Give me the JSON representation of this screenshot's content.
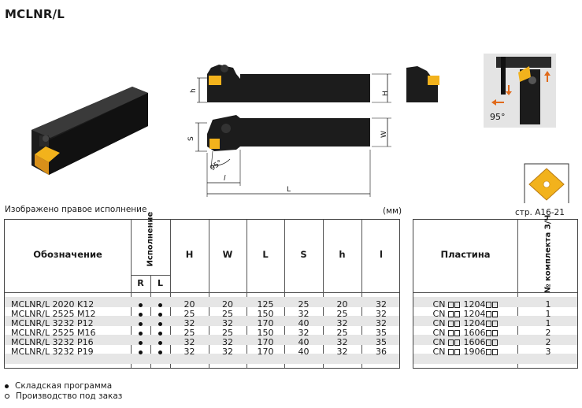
{
  "title": "MCLNR/L",
  "caption": "Изображено правое исполнение",
  "units": "(мм)",
  "page_ref": "стр. A16-21",
  "angle_label": "95°",
  "drawing_labels": {
    "h": "h",
    "H": "H",
    "S": "S",
    "W": "W",
    "L": "L",
    "l": "l",
    "angle": "95°"
  },
  "table": {
    "headers": {
      "designation": "Обозначение",
      "execution": "Исполнение",
      "R": "R",
      "L": "L",
      "H": "H",
      "W": "W",
      "Lcol": "L",
      "S": "S",
      "h": "h",
      "l": "l"
    },
    "rows": [
      {
        "designation": "MCLNR/L 2020 K12",
        "H": "20",
        "W": "20",
        "L": "125",
        "S": "25",
        "h": "20",
        "l": "32"
      },
      {
        "designation": "MCLNR/L 2525 M12",
        "H": "25",
        "W": "25",
        "L": "150",
        "S": "32",
        "h": "25",
        "l": "32"
      },
      {
        "designation": "MCLNR/L 3232 P12",
        "H": "32",
        "W": "32",
        "L": "170",
        "S": "40",
        "h": "32",
        "l": "32"
      },
      {
        "designation": "MCLNR/L 2525 M16",
        "H": "25",
        "W": "25",
        "L": "150",
        "S": "32",
        "h": "25",
        "l": "35"
      },
      {
        "designation": "MCLNR/L 3232 P16",
        "H": "32",
        "W": "32",
        "L": "170",
        "S": "40",
        "h": "32",
        "l": "35"
      },
      {
        "designation": "MCLNR/L 3232 P19",
        "H": "32",
        "W": "32",
        "L": "170",
        "S": "40",
        "h": "32",
        "l": "36"
      }
    ]
  },
  "table2": {
    "headers": {
      "insert": "Пластина",
      "kit": "№ комплекта З/Ч"
    },
    "rows": [
      {
        "prefix": "CN",
        "size": "1204",
        "kit": "1"
      },
      {
        "prefix": "CN",
        "size": "1204",
        "kit": "1"
      },
      {
        "prefix": "CN",
        "size": "1204",
        "kit": "1"
      },
      {
        "prefix": "CN",
        "size": "1606",
        "kit": "2"
      },
      {
        "prefix": "CN",
        "size": "1606",
        "kit": "2"
      },
      {
        "prefix": "CN",
        "size": "1906",
        "kit": "3"
      }
    ]
  },
  "legend": {
    "stock": "Складская программа",
    "order": "Производство под заказ"
  },
  "colors": {
    "holder": "#1c1c1c",
    "insert": "#f2b21c",
    "insert_dark": "#d8901a",
    "arrow": "#e06a1a",
    "stripe": "#e6e6e6"
  }
}
